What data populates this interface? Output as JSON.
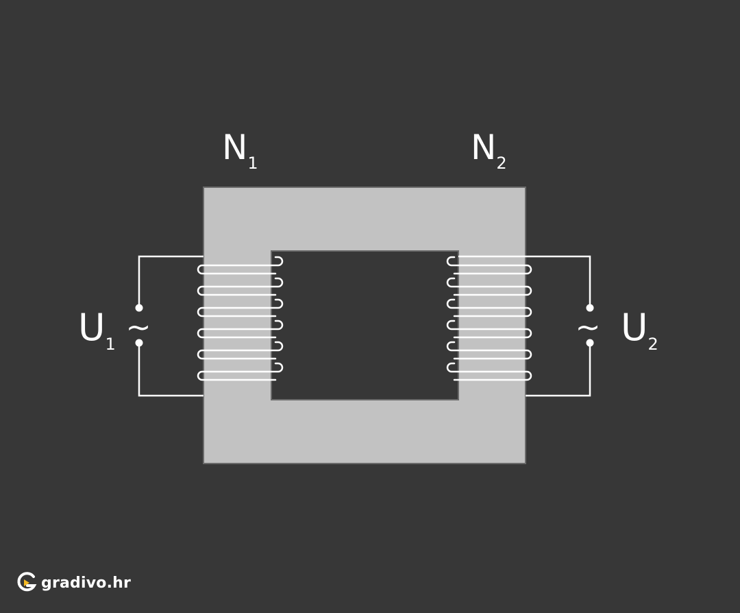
{
  "labels": {
    "primary_turns": {
      "main": "N",
      "sub": "1"
    },
    "secondary_turns": {
      "main": "N",
      "sub": "2"
    },
    "primary_voltage": {
      "main": "U",
      "sub": "1"
    },
    "secondary_voltage": {
      "main": "U",
      "sub": "2"
    },
    "ac_symbol": "~"
  },
  "coils": {
    "primary_turn_count": 6,
    "secondary_turn_count": 6
  },
  "colors": {
    "background": "#373737",
    "core": "#c2c2c2",
    "core_border": "#6a6a6a",
    "wire": "#ffffff"
  },
  "brand": {
    "name": "gradivo.hr",
    "icon": "gradivo-logo-icon"
  }
}
